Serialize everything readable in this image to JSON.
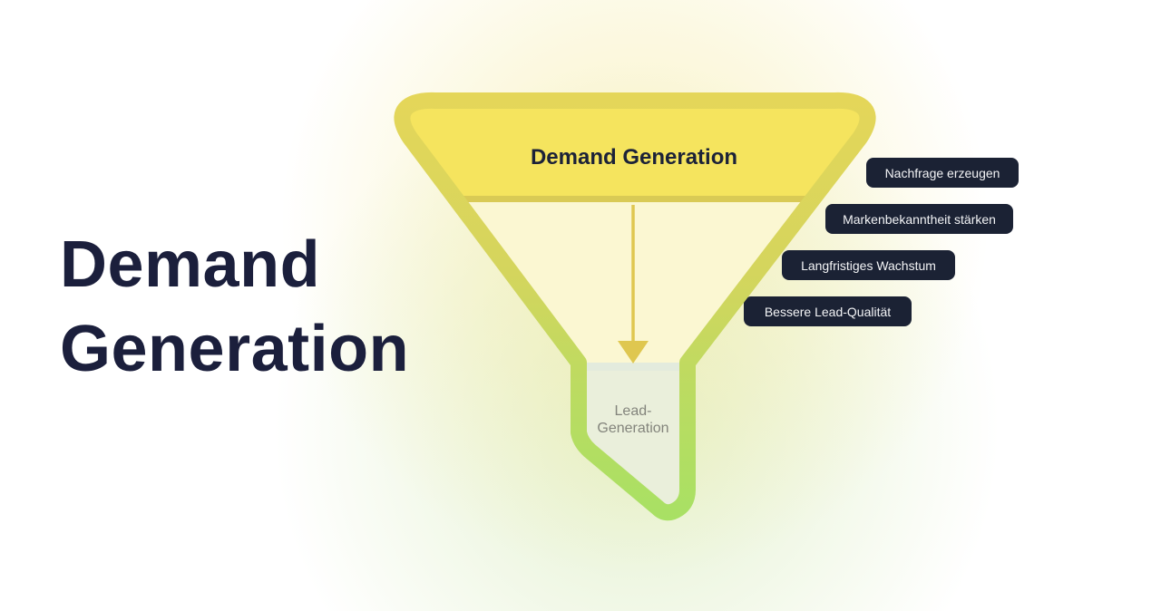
{
  "heading": {
    "line1": "Demand",
    "line2": "Generation"
  },
  "funnel": {
    "stage1_label": "Demand Generation",
    "stage2_label_line1": "Lead-",
    "stage2_label_line2": "Generation"
  },
  "benefits": [
    {
      "label": "Nachfrage erzeugen"
    },
    {
      "label": "Markenbekanntheit stärken"
    },
    {
      "label": "Langfristiges Wachstum"
    },
    {
      "label": "Bessere Lead-Qualität"
    }
  ],
  "colors": {
    "heading_text": "#1B1F3C",
    "badge_background": "#1B2234",
    "badge_text": "#F3F4F6",
    "funnel_border_top": "#E5D659",
    "funnel_border_middle": "#CBD75F",
    "funnel_border_bottom": "#A7E164",
    "funnel_stage1_fill": "#F5E45E",
    "funnel_stage1_divider": "#D9CA55",
    "funnel_body_fill": "#FBF7D2",
    "funnel_spout_fill": "#EAEFDB",
    "arrow": "#DFC750",
    "stage1_text": "#1C2238",
    "stage2_text": "#83847C",
    "glow_yellow": "#F5EA9E",
    "glow_green": "#CCE5A6"
  }
}
